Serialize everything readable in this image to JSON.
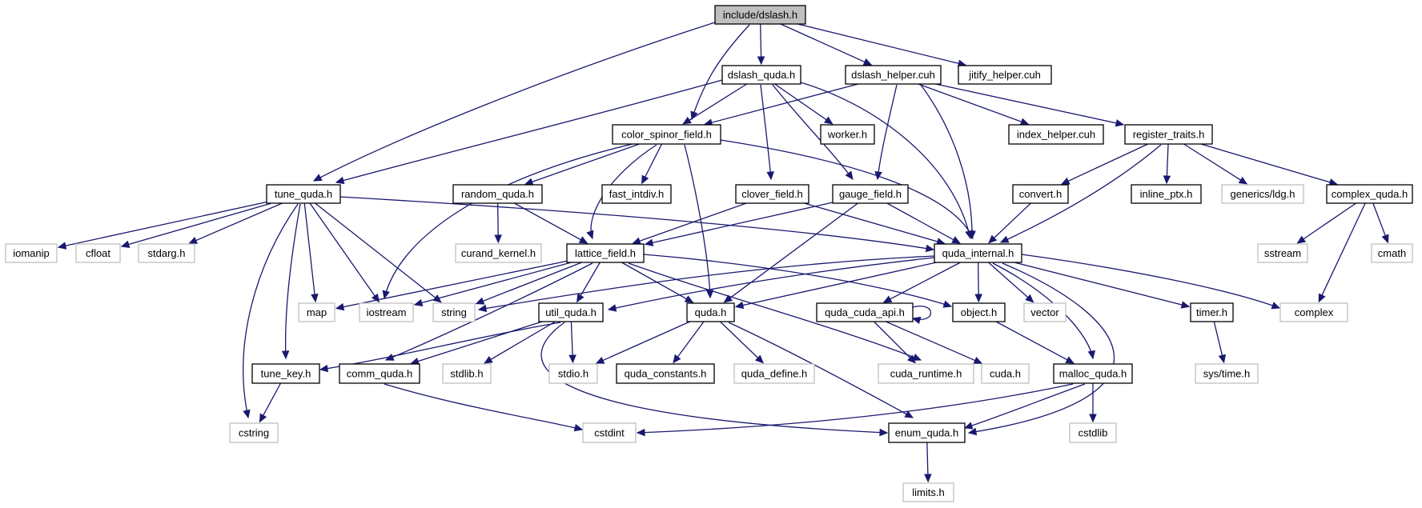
{
  "graph": {
    "colors": {
      "edge": "#191970",
      "root_fill": "#bfbfbf",
      "project_border": "#000000",
      "system_border": "#bfbfbf",
      "text": "#000000"
    },
    "nodes": {
      "dslash": {
        "label": "include/dslash.h",
        "kind": "root"
      },
      "dslash_quda": {
        "label": "dslash_quda.h",
        "kind": "project"
      },
      "dslash_helper": {
        "label": "dslash_helper.cuh",
        "kind": "project"
      },
      "jitify_helper": {
        "label": "jitify_helper.cuh",
        "kind": "project"
      },
      "color_spinor": {
        "label": "color_spinor_field.h",
        "kind": "project"
      },
      "worker": {
        "label": "worker.h",
        "kind": "project"
      },
      "index_helper": {
        "label": "index_helper.cuh",
        "kind": "project"
      },
      "register_traits": {
        "label": "register_traits.h",
        "kind": "project"
      },
      "tune_quda": {
        "label": "tune_quda.h",
        "kind": "project"
      },
      "random_quda": {
        "label": "random_quda.h",
        "kind": "project"
      },
      "fast_intdiv": {
        "label": "fast_intdiv.h",
        "kind": "project"
      },
      "clover_field": {
        "label": "clover_field.h",
        "kind": "project"
      },
      "gauge_field": {
        "label": "gauge_field.h",
        "kind": "project"
      },
      "convert": {
        "label": "convert.h",
        "kind": "project"
      },
      "inline_ptx": {
        "label": "inline_ptx.h",
        "kind": "project"
      },
      "generics_ldg": {
        "label": "generics/ldg.h",
        "kind": "system"
      },
      "complex_quda": {
        "label": "complex_quda.h",
        "kind": "project"
      },
      "iomanip": {
        "label": "iomanip",
        "kind": "system"
      },
      "cfloat": {
        "label": "cfloat",
        "kind": "system"
      },
      "stdarg": {
        "label": "stdarg.h",
        "kind": "system"
      },
      "curand_kernel": {
        "label": "curand_kernel.h",
        "kind": "system"
      },
      "lattice_field": {
        "label": "lattice_field.h",
        "kind": "project"
      },
      "quda_internal": {
        "label": "quda_internal.h",
        "kind": "project"
      },
      "sstream": {
        "label": "sstream",
        "kind": "system"
      },
      "cmath": {
        "label": "cmath",
        "kind": "system"
      },
      "map": {
        "label": "map",
        "kind": "system"
      },
      "iostream": {
        "label": "iostream",
        "kind": "system"
      },
      "string": {
        "label": "string",
        "kind": "system"
      },
      "util_quda": {
        "label": "util_quda.h",
        "kind": "project"
      },
      "quda": {
        "label": "quda.h",
        "kind": "project"
      },
      "quda_cuda_api": {
        "label": "quda_cuda_api.h",
        "kind": "project"
      },
      "object": {
        "label": "object.h",
        "kind": "project"
      },
      "vector": {
        "label": "vector",
        "kind": "system"
      },
      "timer": {
        "label": "timer.h",
        "kind": "project"
      },
      "complex": {
        "label": "complex",
        "kind": "system"
      },
      "tune_key": {
        "label": "tune_key.h",
        "kind": "project"
      },
      "comm_quda": {
        "label": "comm_quda.h",
        "kind": "project"
      },
      "stdlib": {
        "label": "stdlib.h",
        "kind": "system"
      },
      "stdio": {
        "label": "stdio.h",
        "kind": "system"
      },
      "quda_constants": {
        "label": "quda_constants.h",
        "kind": "project"
      },
      "quda_define": {
        "label": "quda_define.h",
        "kind": "system"
      },
      "cuda_runtime": {
        "label": "cuda_runtime.h",
        "kind": "system"
      },
      "cuda": {
        "label": "cuda.h",
        "kind": "system"
      },
      "malloc_quda": {
        "label": "malloc_quda.h",
        "kind": "project"
      },
      "sys_time": {
        "label": "sys/time.h",
        "kind": "system"
      },
      "cstring": {
        "label": "cstring",
        "kind": "system"
      },
      "cstdint": {
        "label": "cstdint",
        "kind": "system"
      },
      "enum_quda": {
        "label": "enum_quda.h",
        "kind": "project"
      },
      "cstdlib": {
        "label": "cstdlib",
        "kind": "system"
      },
      "limits": {
        "label": "limits.h",
        "kind": "system"
      }
    },
    "edges": [
      [
        "dslash",
        "dslash_quda"
      ],
      [
        "dslash",
        "dslash_helper"
      ],
      [
        "dslash",
        "jitify_helper"
      ],
      [
        "dslash",
        "color_spinor"
      ],
      [
        "dslash",
        "tune_quda"
      ],
      [
        "dslash_quda",
        "color_spinor"
      ],
      [
        "dslash_quda",
        "worker"
      ],
      [
        "dslash_quda",
        "tune_quda"
      ],
      [
        "dslash_quda",
        "clover_field"
      ],
      [
        "dslash_quda",
        "gauge_field"
      ],
      [
        "dslash_quda",
        "quda_internal"
      ],
      [
        "dslash_helper",
        "color_spinor"
      ],
      [
        "dslash_helper",
        "index_helper"
      ],
      [
        "dslash_helper",
        "register_traits"
      ],
      [
        "dslash_helper",
        "gauge_field"
      ],
      [
        "dslash_helper",
        "quda_internal"
      ],
      [
        "color_spinor",
        "random_quda"
      ],
      [
        "color_spinor",
        "fast_intdiv"
      ],
      [
        "color_spinor",
        "lattice_field"
      ],
      [
        "color_spinor",
        "quda"
      ],
      [
        "color_spinor",
        "iostream"
      ],
      [
        "color_spinor",
        "quda_internal"
      ],
      [
        "register_traits",
        "convert"
      ],
      [
        "register_traits",
        "inline_ptx"
      ],
      [
        "register_traits",
        "generics_ldg"
      ],
      [
        "register_traits",
        "complex_quda"
      ],
      [
        "register_traits",
        "quda_internal"
      ],
      [
        "tune_quda",
        "iomanip"
      ],
      [
        "tune_quda",
        "cfloat"
      ],
      [
        "tune_quda",
        "stdarg"
      ],
      [
        "tune_quda",
        "map"
      ],
      [
        "tune_quda",
        "iostream"
      ],
      [
        "tune_quda",
        "string"
      ],
      [
        "tune_quda",
        "tune_key"
      ],
      [
        "tune_quda",
        "cstring"
      ],
      [
        "tune_quda",
        "quda_internal"
      ],
      [
        "random_quda",
        "curand_kernel"
      ],
      [
        "random_quda",
        "lattice_field"
      ],
      [
        "clover_field",
        "lattice_field"
      ],
      [
        "clover_field",
        "quda_internal"
      ],
      [
        "gauge_field",
        "lattice_field"
      ],
      [
        "gauge_field",
        "quda_internal"
      ],
      [
        "gauge_field",
        "quda"
      ],
      [
        "convert",
        "quda_internal"
      ],
      [
        "complex_quda",
        "sstream"
      ],
      [
        "complex_quda",
        "cmath"
      ],
      [
        "complex_quda",
        "complex"
      ],
      [
        "lattice_field",
        "map"
      ],
      [
        "lattice_field",
        "iostream"
      ],
      [
        "lattice_field",
        "string"
      ],
      [
        "lattice_field",
        "util_quda"
      ],
      [
        "lattice_field",
        "quda"
      ],
      [
        "lattice_field",
        "object"
      ],
      [
        "lattice_field",
        "comm_quda"
      ],
      [
        "lattice_field",
        "cuda_runtime"
      ],
      [
        "quda_internal",
        "string"
      ],
      [
        "quda_internal",
        "util_quda"
      ],
      [
        "quda_internal",
        "quda"
      ],
      [
        "quda_internal",
        "quda_cuda_api"
      ],
      [
        "quda_internal",
        "object"
      ],
      [
        "quda_internal",
        "vector"
      ],
      [
        "quda_internal",
        "timer"
      ],
      [
        "quda_internal",
        "complex"
      ],
      [
        "quda_internal",
        "malloc_quda"
      ],
      [
        "quda_internal",
        "enum_quda"
      ],
      [
        "util_quda",
        "tune_key"
      ],
      [
        "util_quda",
        "comm_quda"
      ],
      [
        "util_quda",
        "stdlib"
      ],
      [
        "util_quda",
        "stdio"
      ],
      [
        "util_quda",
        "enum_quda"
      ],
      [
        "quda",
        "stdio"
      ],
      [
        "quda",
        "quda_constants"
      ],
      [
        "quda",
        "quda_define"
      ],
      [
        "quda",
        "enum_quda"
      ],
      [
        "quda_cuda_api",
        "quda_cuda_api"
      ],
      [
        "quda_cuda_api",
        "cuda_runtime"
      ],
      [
        "quda_cuda_api",
        "cuda"
      ],
      [
        "object",
        "malloc_quda"
      ],
      [
        "timer",
        "sys_time"
      ],
      [
        "tune_key",
        "cstring"
      ],
      [
        "comm_quda",
        "cstdint"
      ],
      [
        "malloc_quda",
        "cstdint"
      ],
      [
        "malloc_quda",
        "enum_quda"
      ],
      [
        "malloc_quda",
        "cstdlib"
      ],
      [
        "enum_quda",
        "limits"
      ]
    ]
  }
}
